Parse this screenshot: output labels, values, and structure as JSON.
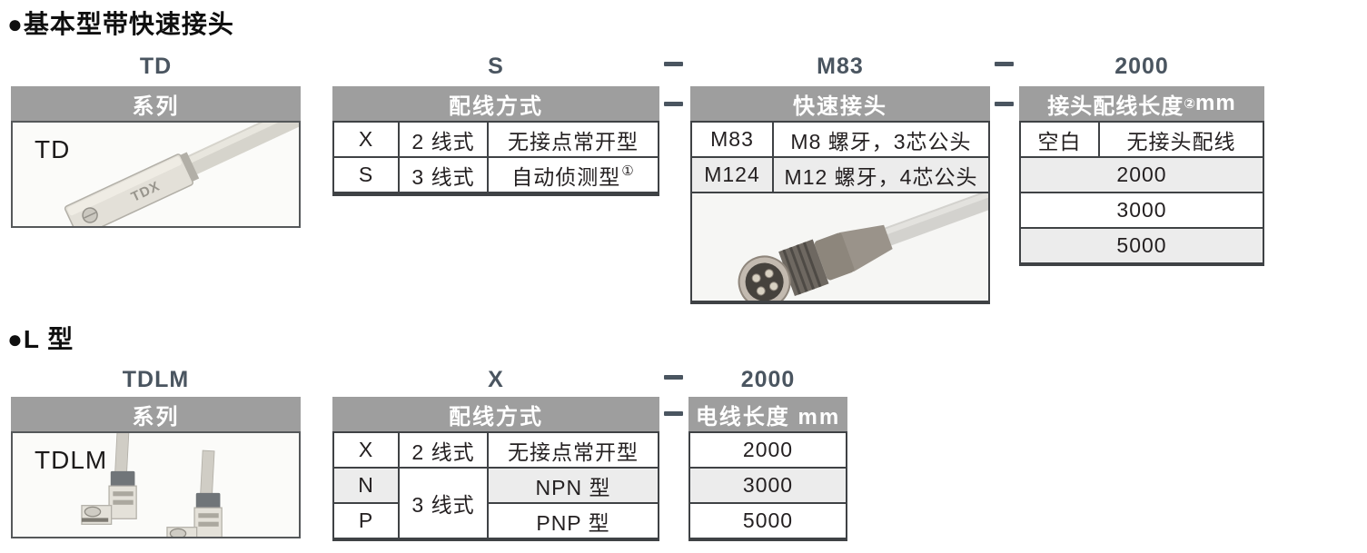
{
  "colors": {
    "table_header_bg": "#9e9e9e",
    "table_border": "#3f4245",
    "row_alt_bg": "#ececec",
    "code_text": "#4a5560"
  },
  "section1": {
    "title": "●基本型带快速接头",
    "code": {
      "series": "TD",
      "wiring": "S",
      "connector": "M83",
      "length": "2000"
    },
    "series_table": {
      "header": "系列",
      "model": "TD"
    },
    "wiring_table": {
      "header": "配线方式",
      "rows": [
        {
          "code": "X",
          "wires": "2 线式",
          "type": "无接点常开型",
          "note": ""
        },
        {
          "code": "S",
          "wires": "3 线式",
          "type": "自动侦测型",
          "note": "①"
        }
      ]
    },
    "connector_table": {
      "header": "快速接头",
      "rows": [
        {
          "code": "M83",
          "desc": "M8 螺牙，3芯公头"
        },
        {
          "code": "M124",
          "desc": "M12 螺牙，4芯公头"
        }
      ]
    },
    "length_table": {
      "header_text": "接头配线长度",
      "header_note": "②",
      "header_unit": "mm",
      "blank_row": {
        "code": "空白",
        "desc": "无接头配线"
      },
      "lengths": [
        "2000",
        "3000",
        "5000"
      ]
    }
  },
  "section2": {
    "title": "●L 型",
    "code": {
      "series": "TDLM",
      "wiring": "X",
      "length": "2000"
    },
    "series_table": {
      "header": "系列",
      "model": "TDLM"
    },
    "wiring_table": {
      "header": "配线方式",
      "row_x": {
        "code": "X",
        "wires": "2 线式",
        "type": "无接点常开型"
      },
      "row_n": {
        "code": "N",
        "type": "NPN 型"
      },
      "row_p": {
        "code": "P",
        "type": "PNP 型"
      },
      "wires_np": "3 线式"
    },
    "length_table": {
      "header": "电线长度 mm",
      "lengths": [
        "2000",
        "3000",
        "5000"
      ]
    }
  }
}
